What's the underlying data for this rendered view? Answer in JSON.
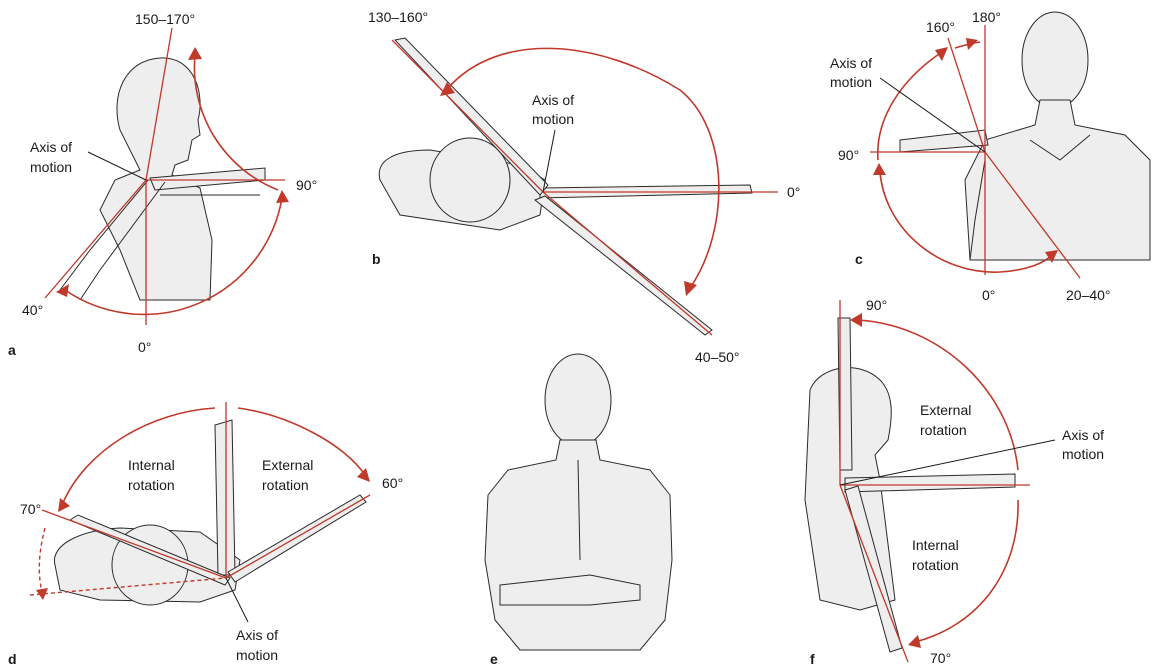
{
  "colors": {
    "accent": "#c0392b",
    "body_fill": "#eeeeee",
    "outline": "#2a2a2a"
  },
  "panels": {
    "a": {
      "letter": "a",
      "labels": {
        "top": "150–170°",
        "right": "90°",
        "bottom": "0°",
        "left": "40°",
        "axis_l1": "Axis of",
        "axis_l2": "motion"
      }
    },
    "b": {
      "letter": "b",
      "labels": {
        "top": "130–160°",
        "right": "0°",
        "bottom": "40–50°",
        "axis_l1": "Axis of",
        "axis_l2": "motion"
      }
    },
    "c": {
      "letter": "c",
      "labels": {
        "top_a": "160°",
        "top_b": "180°",
        "left": "90°",
        "bottom_a": "0°",
        "bottom_b": "20–40°",
        "axis_l1": "Axis of",
        "axis_l2": "motion"
      }
    },
    "d": {
      "letter": "d",
      "labels": {
        "left": "70°",
        "right": "60°",
        "internal_l1": "Internal",
        "internal_l2": "rotation",
        "external_l1": "External",
        "external_l2": "rotation",
        "axis_l1": "Axis of",
        "axis_l2": "motion"
      }
    },
    "e": {
      "letter": "e"
    },
    "f": {
      "letter": "f",
      "labels": {
        "top": "90°",
        "bottom": "70°",
        "external_l1": "External",
        "external_l2": "rotation",
        "internal_l1": "Internal",
        "internal_l2": "rotation",
        "axis_l1": "Axis of",
        "axis_l2": "motion"
      }
    }
  }
}
